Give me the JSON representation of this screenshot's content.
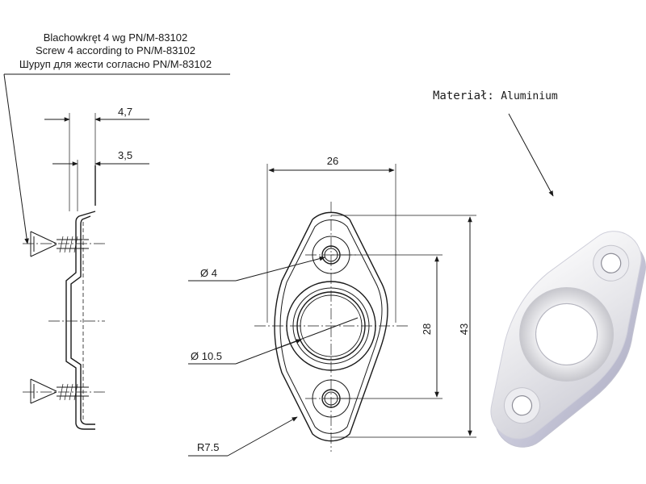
{
  "screw_note": {
    "line_pl": "Blachowkręt 4 wg PN/M-83102",
    "line_en": "Screw 4 according to PN/M-83102",
    "line_ru": "Шуруп для жести согласно PN/M-83102"
  },
  "material": {
    "label": "Materiał:",
    "value": "Aluminium"
  },
  "dimensions": {
    "thickness_total": "4,7",
    "thickness_plate": "3,5",
    "width": "26",
    "height": "43",
    "hole_spacing": "28",
    "small_hole": "Ø 4",
    "center_hole": "Ø 10.5",
    "radius": "R7.5"
  }
}
